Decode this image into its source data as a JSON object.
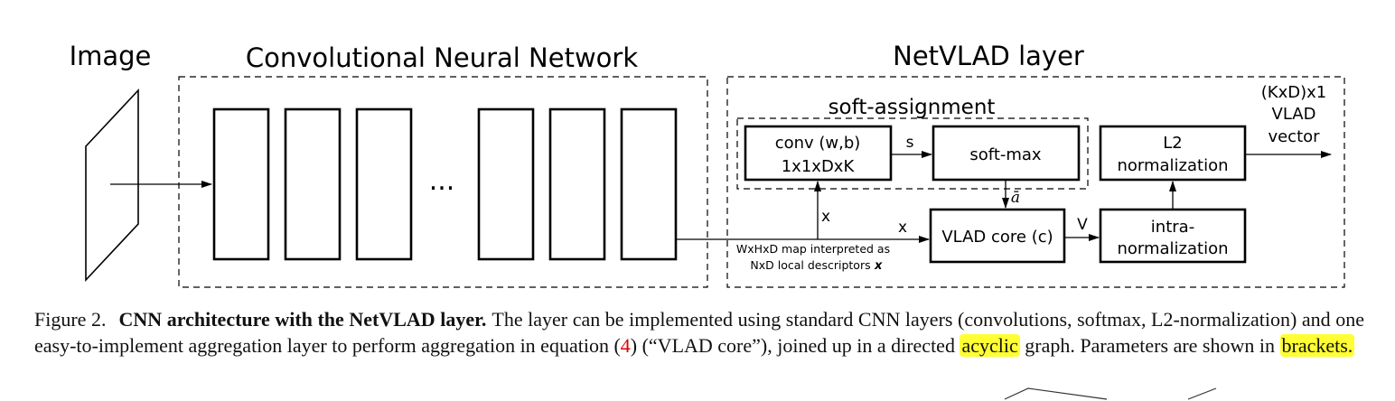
{
  "figure": {
    "labels": {
      "image": "Image",
      "cnn": "Convolutional Neural Network",
      "netvlad": "NetVLAD layer",
      "soft_assignment": "soft-assignment",
      "ellipsis": "...",
      "conv_line1": "conv (w,b)",
      "conv_line2": "1x1xDxK",
      "s": "s",
      "softmax": "soft-max",
      "a_bar": "ā",
      "x_up": "x",
      "x_right": "x",
      "v": "V",
      "vlad_core": "VLAD core (c)",
      "intra_line1": "intra-",
      "intra_line2": "normalization",
      "l2_line1": "L2",
      "l2_line2": "normalization",
      "output_line1": "(KxD)x1",
      "output_line2": "VLAD",
      "output_line3": "vector",
      "map_line1": "WxHxD map interpreted as",
      "map_line2": "NxD local descriptors",
      "map_x": "x"
    }
  },
  "caption": {
    "label": "Figure 2.",
    "title": "CNN architecture with the NetVLAD layer.",
    "text1": "The layer can be implemented using standard CNN layers (convolutions, softmax, L2-normalization) and one easy-to-implement aggregation layer to perform aggregation in equation (",
    "eq_ref": "4",
    "text2": ") (“VLAD core”), joined up in a directed ",
    "hl1": "acyclic",
    "text3": " graph. Parameters are shown in ",
    "hl2": "brackets."
  }
}
